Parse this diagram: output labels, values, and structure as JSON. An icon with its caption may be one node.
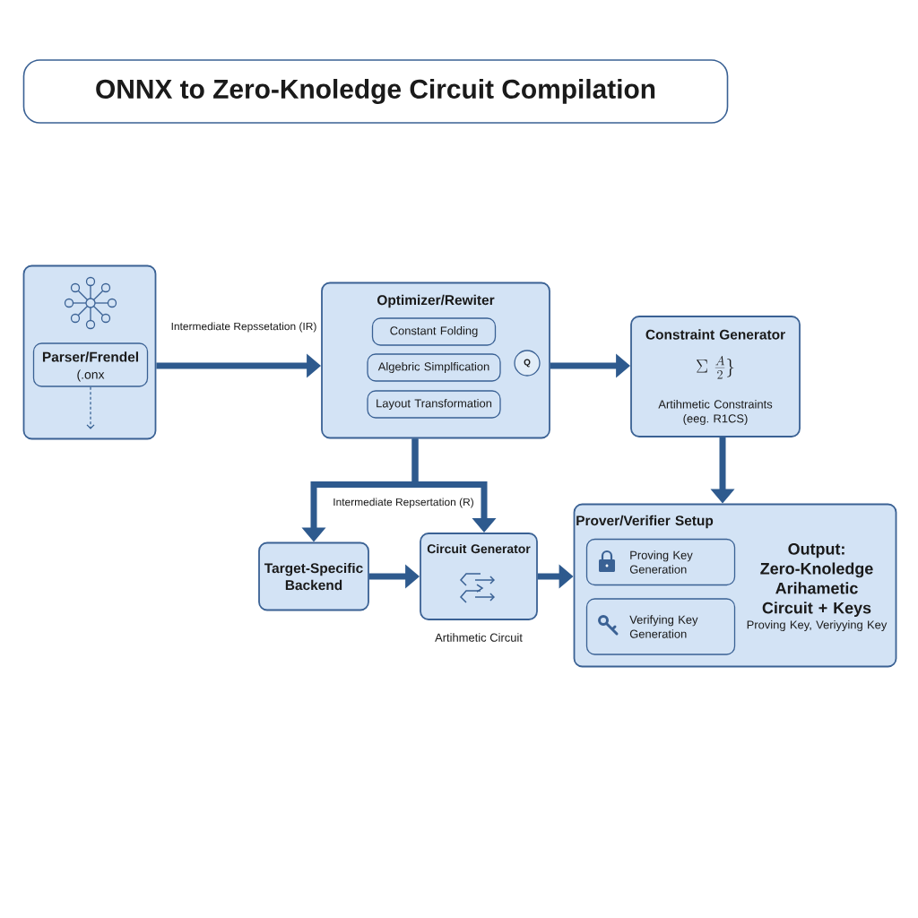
{
  "diagram": {
    "title": "ONNX to Zero-Knoledge Circuit Compilation",
    "nodes": [
      {
        "text": [],
        "shape": "box"
      },
      {
        "text": [
          "Parser/Frendel",
          "(.onx"
        ],
        "in": 0
      },
      {
        "text": [
          "Optimizer/Rewiter"
        ]
      },
      {
        "text": [
          "Constant Folding"
        ],
        "in": 2
      },
      {
        "text": [
          "Algebric Simplfication"
        ],
        "in": 2
      },
      {
        "text": [
          "Layout Transformation"
        ],
        "in": 2
      },
      {
        "text": [
          "Q"
        ],
        "in": 2
      },
      {
        "text": [
          "Constraint Generator",
          "\\Sigma\\ \\frac{A}{2}\\Big\\}",
          "Artihmetic Constraints (eeg. R1CS)"
        ]
      },
      {
        "text": [
          "Target-Specific Backend"
        ]
      },
      {
        "text": [
          "Circuit Generator"
        ],
        "beside": [
          "Artihmetic Circuit"
        ]
      },
      {
        "text": [
          "Prover/Verifier Setup",
          "Output: Zero-Knoledge Arihametic Circuit + Keys",
          "Proving Key, Veriyying Key"
        ]
      },
      {
        "text": [
          "Proving Key Generation"
        ],
        "in": 10
      },
      {
        "text": [
          "Verifying Key Generation"
        ],
        "in": 10
      }
    ],
    "edges": [
      {
        "from": 0,
        "to": 2,
        "arrow": "to",
        "label": "Intermediate Repssetation (IR)"
      },
      {
        "from": 2,
        "to": 7,
        "arrow": "to"
      },
      {
        "from": 2,
        "to": 8,
        "arrow": "to",
        "label": "Intermediate Repsertation (R)"
      },
      {
        "from": 2,
        "to": 9,
        "arrow": "to"
      },
      {
        "from": 8,
        "to": 9,
        "arrow": "to"
      },
      {
        "from": 9,
        "to": 10,
        "arrow": "to"
      },
      {
        "from": 7,
        "to": 10,
        "arrow": "to"
      },
      {
        "from": 1,
        "to": null,
        "arrow": "to",
        "style": "dashed"
      }
    ]
  }
}
